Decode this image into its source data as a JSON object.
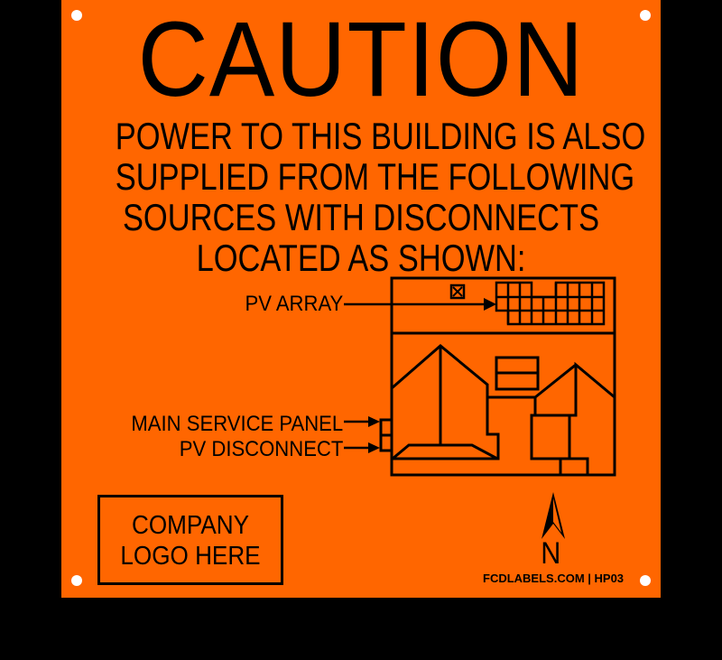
{
  "sign": {
    "background_color": "#ff6600",
    "text_color": "#000000",
    "title": "CAUTION",
    "body_lines": [
      "POWER TO THIS BUILDING IS ALSO",
      "SUPPLIED FROM THE FOLLOWING",
      "SOURCES WITH DISCONNECTS",
      "LOCATED AS SHOWN:"
    ],
    "diagram": {
      "labels": {
        "pv_array": "PV ARRAY",
        "main_service_panel": "MAIN SERVICE PANEL",
        "pv_disconnect": "PV DISCONNECT"
      },
      "north_label": "N"
    },
    "logo_placeholder": [
      "COMPANY",
      "LOGO HERE"
    ],
    "footer": "FCDLABELS.COM | HP03"
  }
}
